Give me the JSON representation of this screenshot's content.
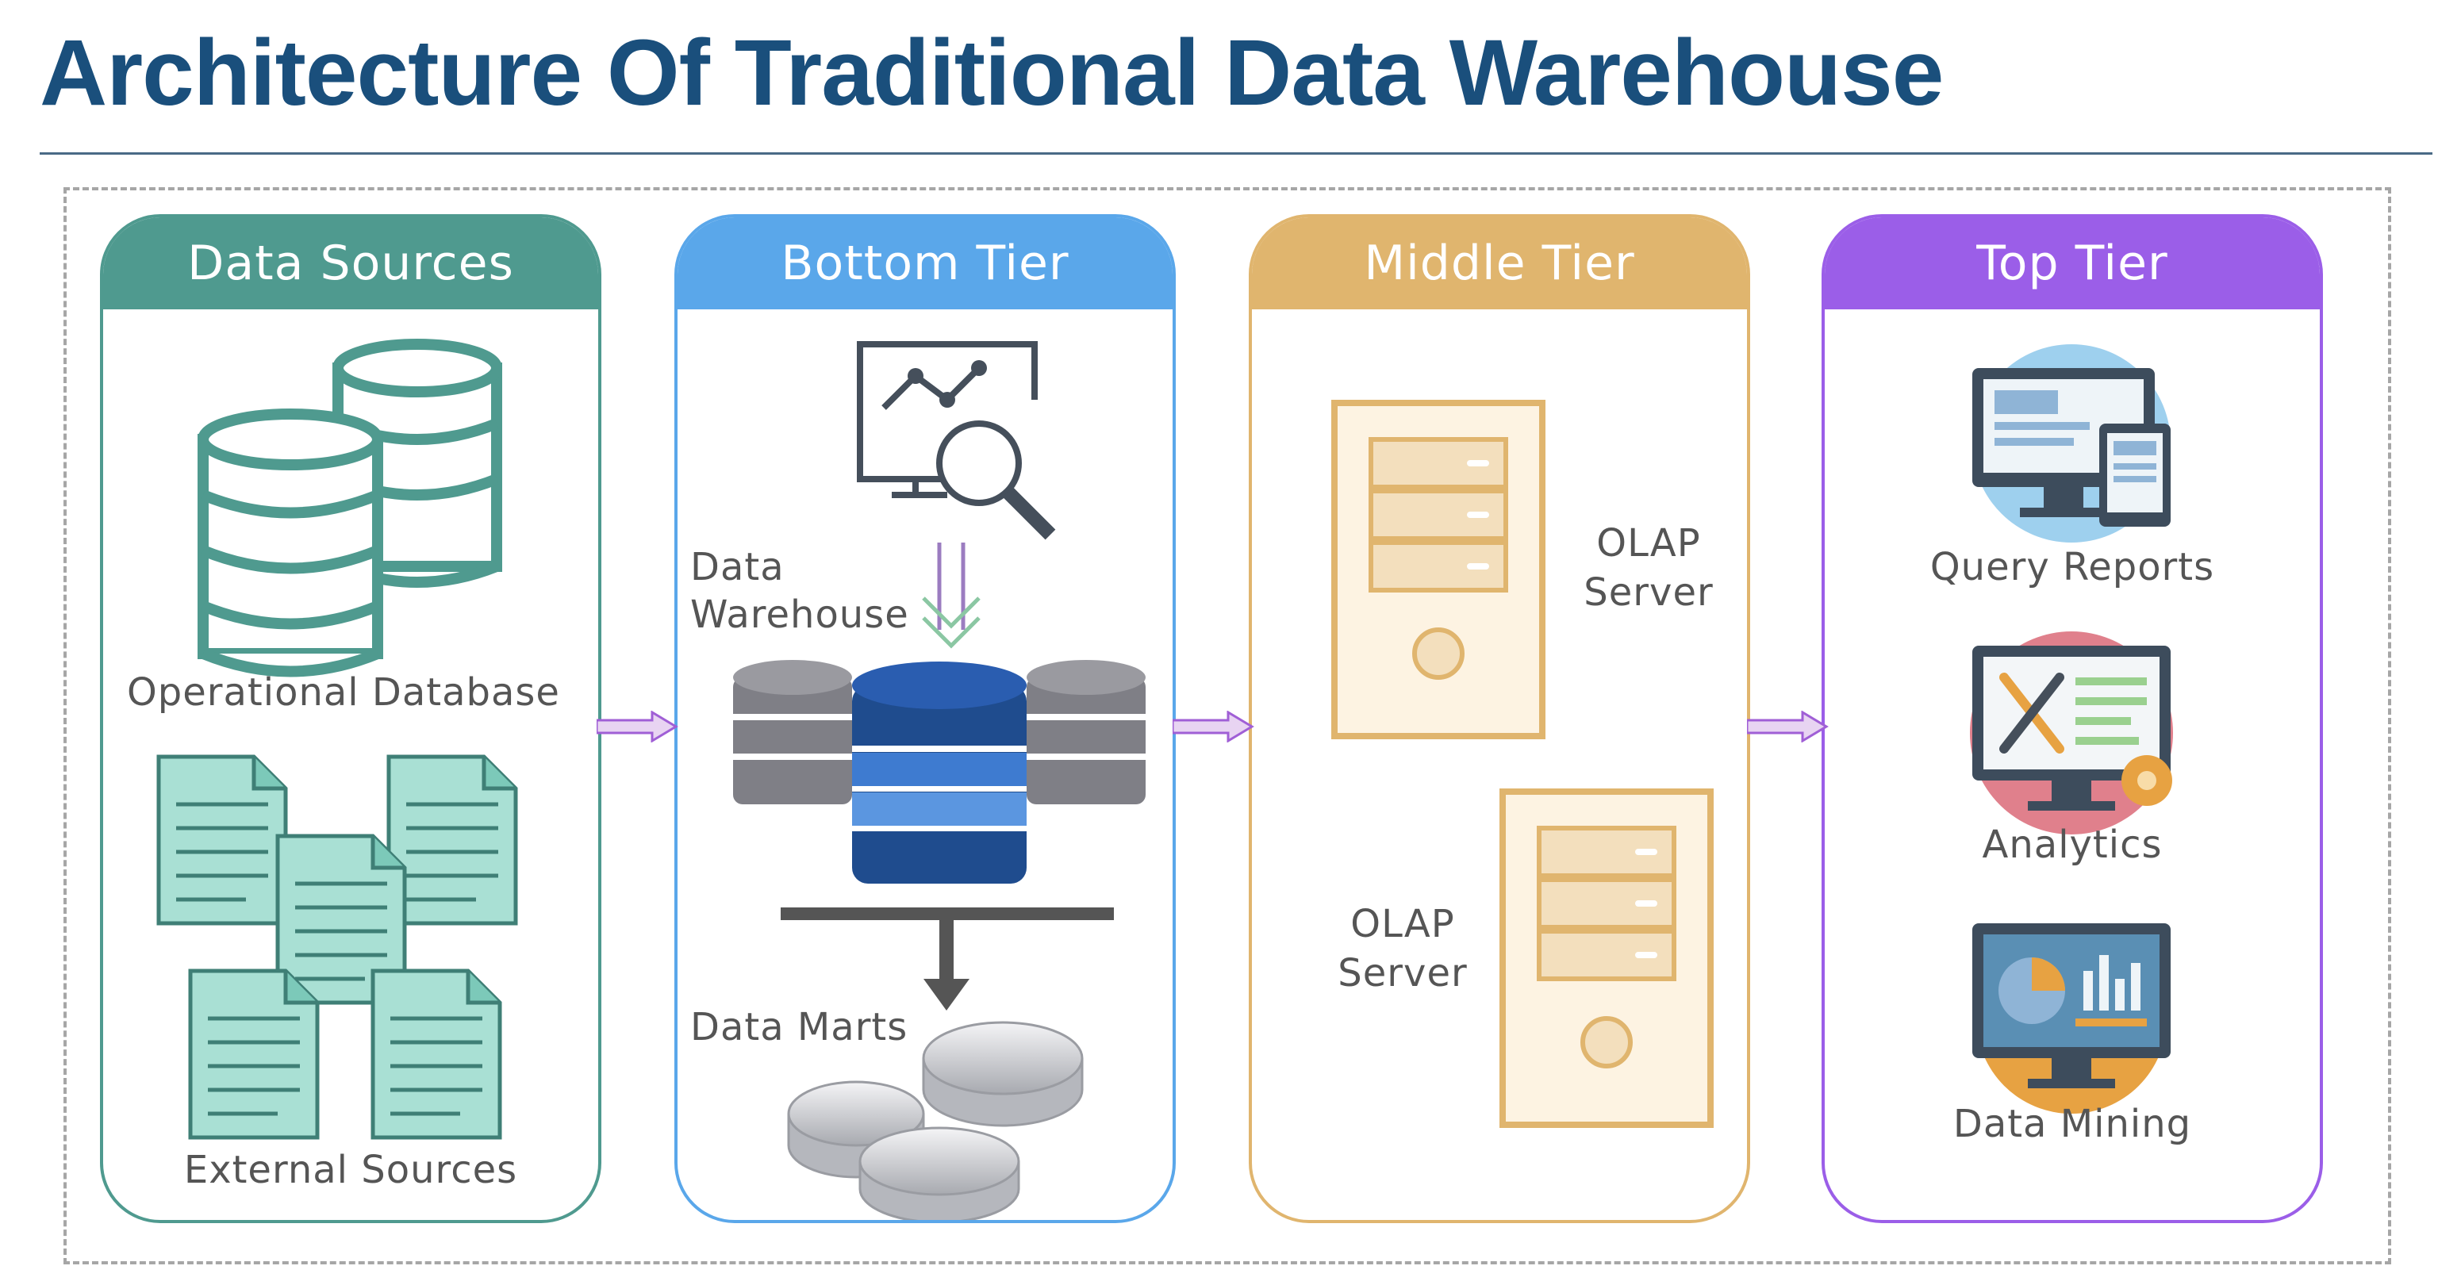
{
  "title": "Architecture Of Traditional Data Warehouse",
  "colors": {
    "title": "#1a4f7c",
    "data_sources": "#4f9a8f",
    "bottom_tier": "#5aa7ea",
    "middle_tier": "#e0b56e",
    "top_tier": "#9b5ee8",
    "arrow": "#a05fd6"
  },
  "panels": {
    "data_sources": {
      "header": "Data Sources",
      "operational_label": "Operational Database",
      "external_label": "External Sources"
    },
    "bottom_tier": {
      "header": "Bottom Tier",
      "warehouse_label_1": "Data",
      "warehouse_label_2": "Warehouse",
      "marts_label": "Data Marts"
    },
    "middle_tier": {
      "header": "Middle Tier",
      "server1_line1": "OLAP",
      "server1_line2": "Server",
      "server2_line1": "OLAP",
      "server2_line2": "Server"
    },
    "top_tier": {
      "header": "Top Tier",
      "query_label": "Query Reports",
      "analytics_label": "Analytics",
      "mining_label": "Data Mining"
    }
  },
  "icons": [
    "database-icon",
    "document-icon",
    "analytics-magnifier-icon",
    "server-icon",
    "monitor-icon",
    "tools-icon",
    "gear-icon",
    "pie-chart-icon"
  ]
}
